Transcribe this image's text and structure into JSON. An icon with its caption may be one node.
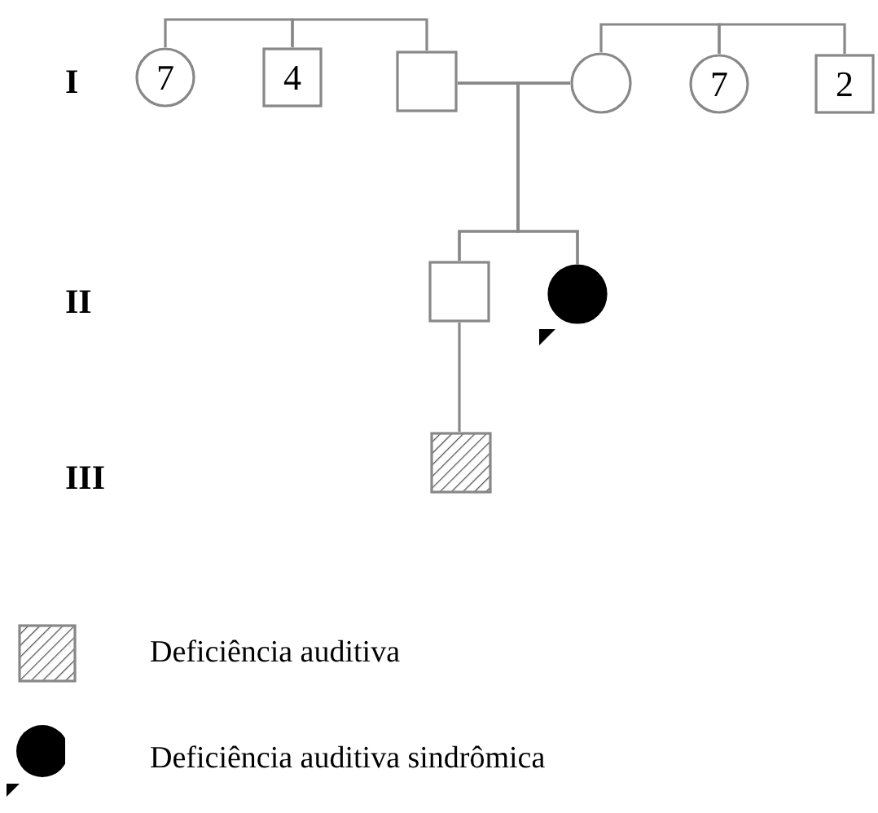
{
  "diagram": {
    "nodes": [
      {
        "text": [
          "7"
        ]
      },
      {
        "text": [
          "4"
        ]
      },
      {
        "text": [],
        "shape": "box"
      },
      {
        "text": [],
        "shape": "circle"
      },
      {
        "text": [
          "7"
        ]
      },
      {
        "text": [
          "2"
        ]
      },
      {
        "text": [],
        "shape": "box"
      },
      {
        "text": [],
        "shape": "circle"
      },
      {
        "text": [],
        "shape": "box"
      }
    ],
    "edges": [
      {
        "from": 0,
        "to": 1,
        "arrow": "none"
      },
      {
        "from": 1,
        "to": 2,
        "arrow": "none"
      },
      {
        "from": 3,
        "to": 4,
        "arrow": "none"
      },
      {
        "from": 4,
        "to": 5,
        "arrow": "none"
      },
      {
        "from": 2,
        "to": 3,
        "arrow": "none"
      },
      {
        "from": 2,
        "to": 6,
        "arrow": "none"
      },
      {
        "from": 3,
        "to": 6,
        "arrow": "none"
      },
      {
        "from": 2,
        "to": 7,
        "arrow": "none"
      },
      {
        "from": 3,
        "to": 7,
        "arrow": "none"
      },
      {
        "from": 6,
        "to": 8,
        "arrow": "none"
      }
    ],
    "labels": [
      "I",
      "II",
      "III"
    ],
    "legend": [
      {
        "text": "Deficiência auditiva"
      },
      {
        "text": "Deficiência auditiva sindrômica"
      }
    ]
  }
}
